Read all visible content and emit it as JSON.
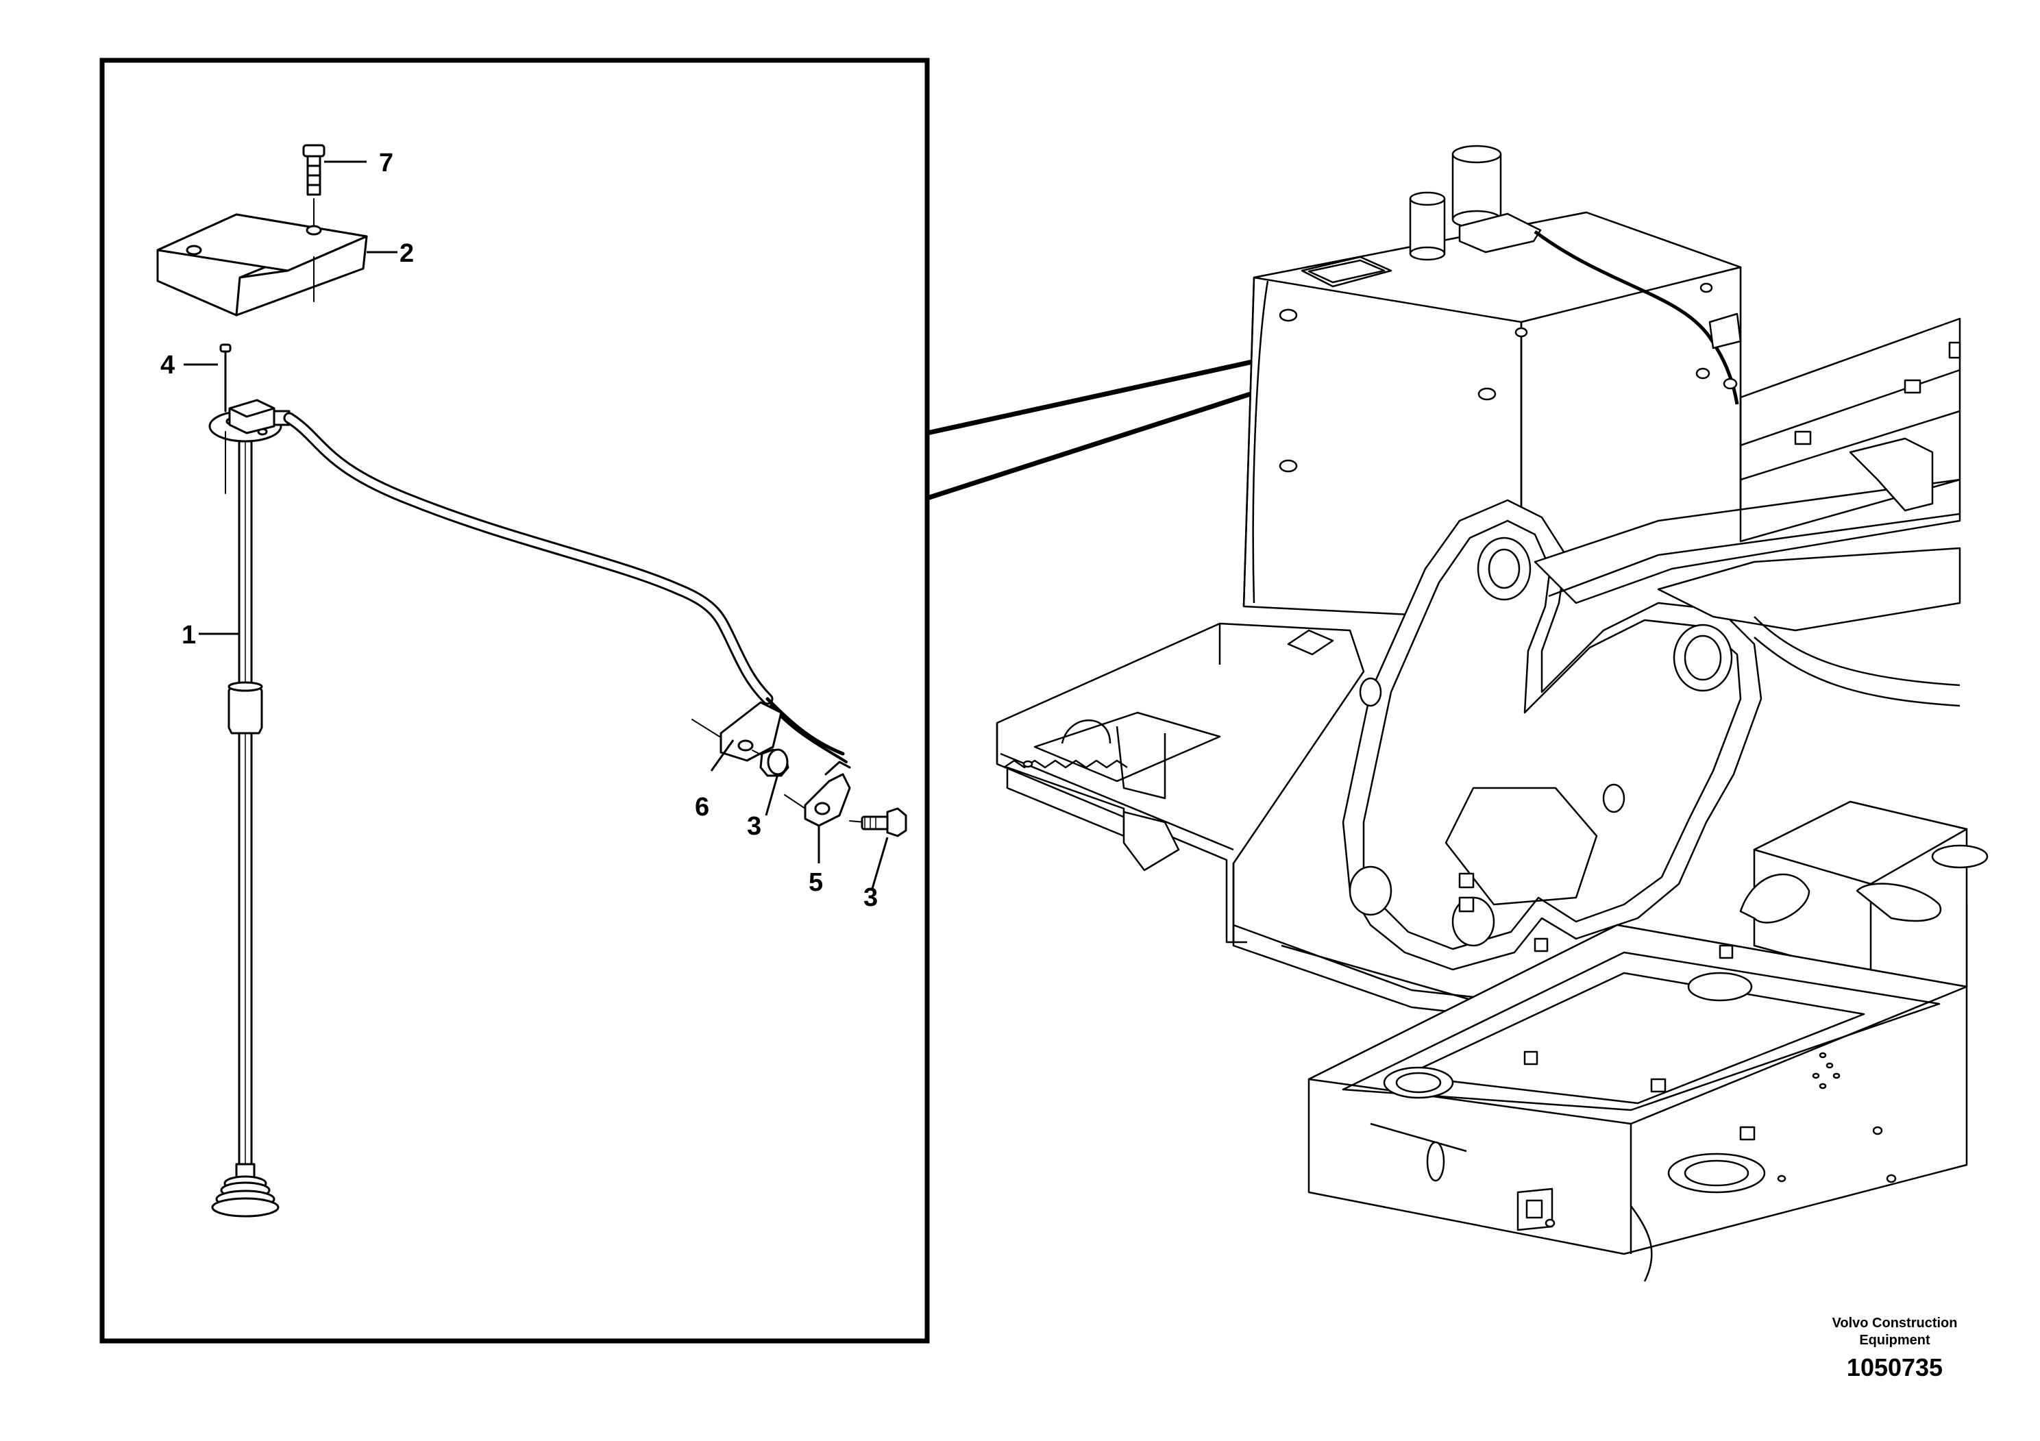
{
  "callouts": {
    "c1": "1",
    "c2": "2",
    "c3a": "3",
    "c3b": "3",
    "c4": "4",
    "c5": "5",
    "c6": "6",
    "c7": "7"
  },
  "credit": {
    "line1": "Volvo Construction",
    "line2": "Equipment",
    "figure_number": "1050735"
  },
  "colors": {
    "ink": "#000000",
    "paper": "#ffffff"
  }
}
